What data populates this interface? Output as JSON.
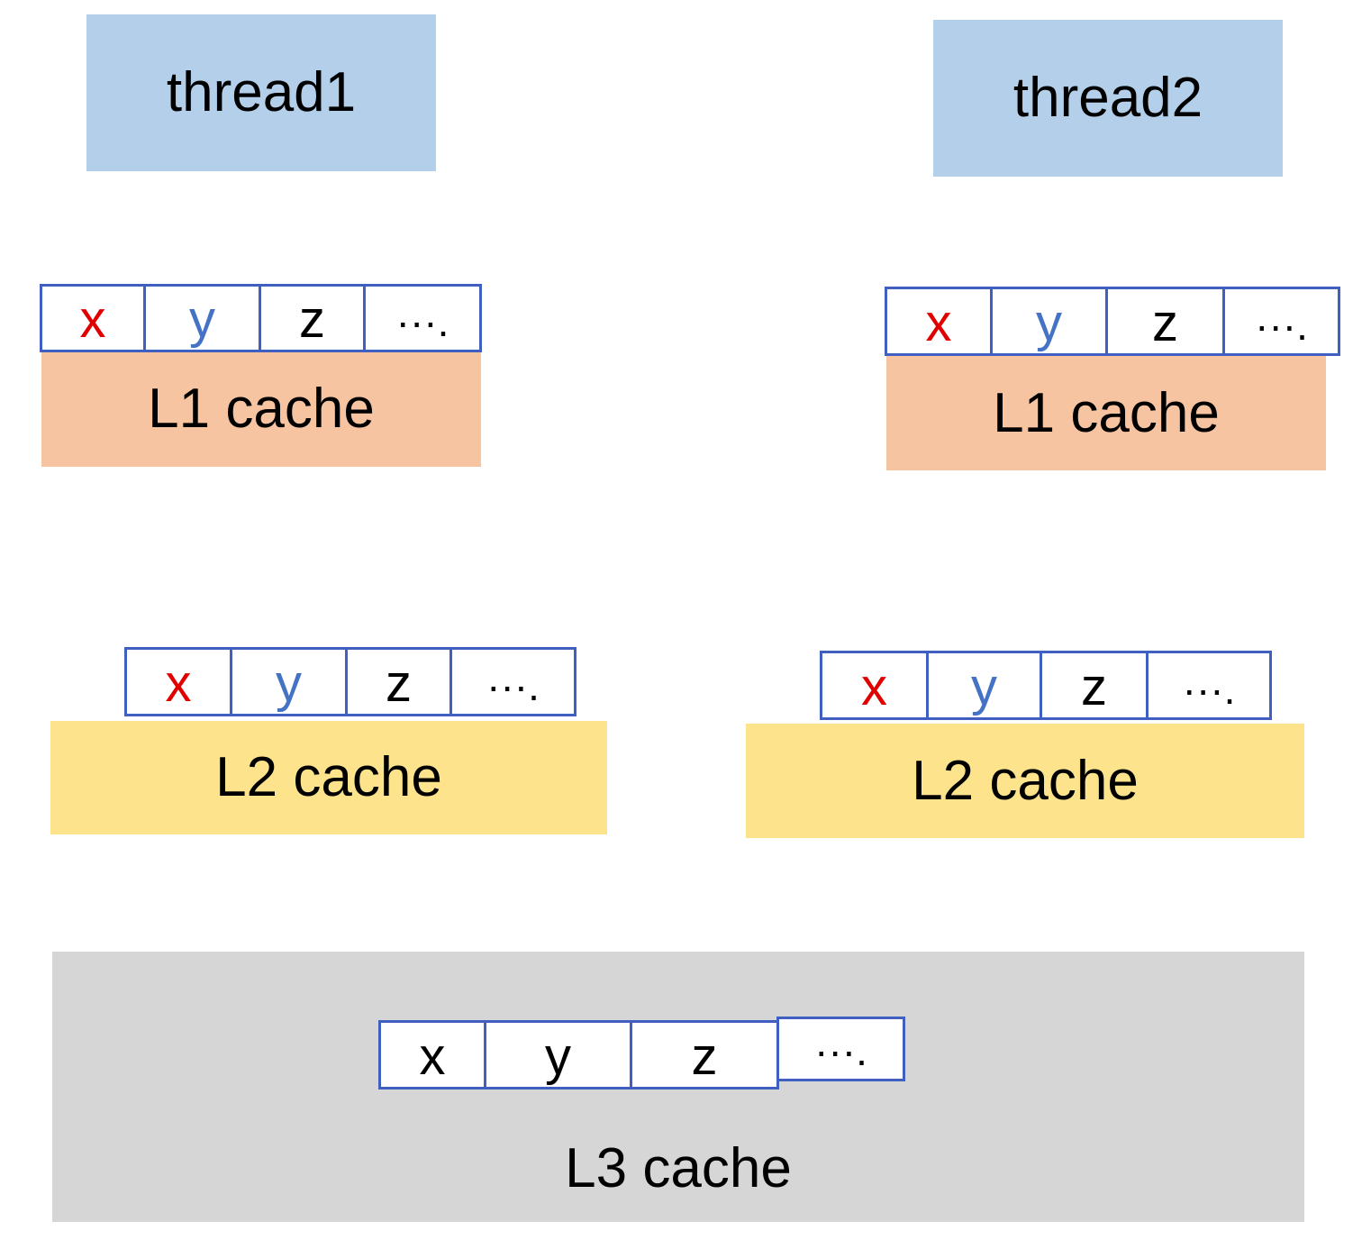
{
  "threads": [
    {
      "label": "thread1"
    },
    {
      "label": "thread2"
    }
  ],
  "l1": [
    {
      "label": "L1 cache"
    },
    {
      "label": "L1 cache"
    }
  ],
  "l2": [
    {
      "label": "L2 cache"
    },
    {
      "label": "L2 cache"
    }
  ],
  "l3": {
    "label": "L3 cache"
  },
  "lines": {
    "t1_l1": [
      "x",
      "y",
      "z",
      "···."
    ],
    "t2_l1": [
      "x",
      "y",
      "z",
      "···."
    ],
    "t1_l2": [
      "x",
      "y",
      "z",
      "···."
    ],
    "t2_l2": [
      "x",
      "y",
      "z",
      "···."
    ],
    "l3": [
      "x",
      "y",
      "z",
      "···."
    ]
  },
  "colors": {
    "thread_box": "#b3cfea",
    "l1_box": "#f7c4a1",
    "l2_box": "#fce38c",
    "l3_box": "#d6d6d6",
    "cell_border": "#3f5fc1",
    "x_private": "#e00000",
    "y_private": "#4472c4",
    "z": "#000000",
    "x_shared": "#000000",
    "y_shared": "#000000"
  }
}
